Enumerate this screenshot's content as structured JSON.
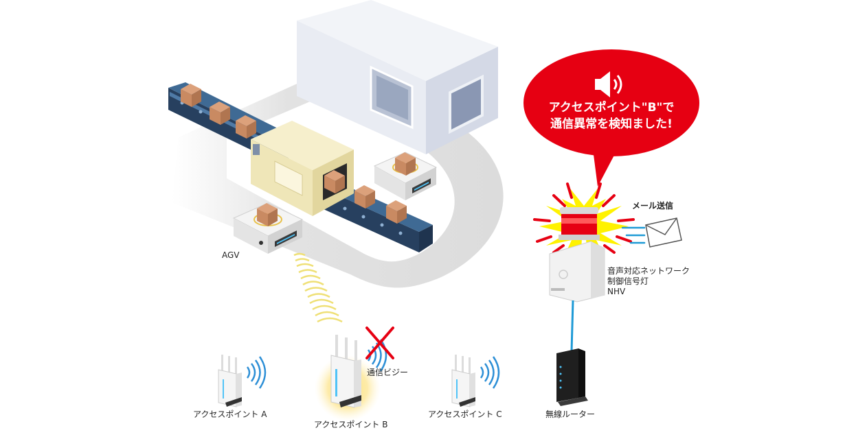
{
  "colors": {
    "accent_red": "#e60012",
    "signal_blue": "#2d8fd6",
    "signal_yellow": "#f0e060",
    "cable_blue": "#1e9ad6",
    "box_brown": "#c98a62"
  },
  "alert": {
    "icon": "speaker-icon",
    "line1": "アクセスポイント\"B\"で",
    "line2": "通信異常を検知ました!"
  },
  "labels": {
    "agv": "AGV",
    "mail": "メール送信",
    "nhv_line1": "音声対応ネットワーク",
    "nhv_line2": "制御信号灯",
    "nhv_line3": "NHV",
    "busy": "通信ビジー",
    "router": "無線ルーター"
  },
  "access_points": [
    {
      "label": "アクセスポイント A",
      "highlighted": false
    },
    {
      "label": "アクセスポイント B",
      "highlighted": true,
      "blocked": true
    },
    {
      "label": "アクセスポイント C",
      "highlighted": false
    }
  ]
}
